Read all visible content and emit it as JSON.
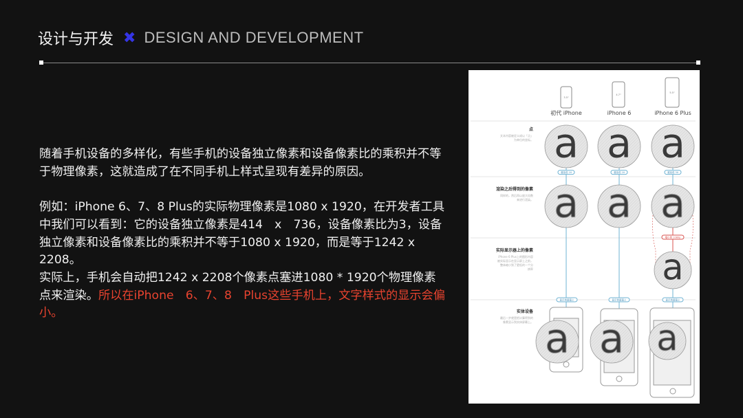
{
  "header": {
    "title_cn": "设计与开发",
    "separator_icon": "x-icon",
    "title_en": "DESIGN AND DEVELOPMENT",
    "accent": "#3535e6"
  },
  "body": {
    "para1": "随着手机设备的多样化，有些手机的设备独立像素和设备像素比的乘积并不等于物理像素，这就造成了在不同手机上样式呈现有差异的原因。",
    "para2": "例如：iPhone 6、7、8 Plus的实际物理像素是1080 x 1920，在开发者工具中我们可以看到：它的设备独立像素是414　x　736，设备像素比为3，设备独立像素和设备像素比的乘积并不等于1080 x 1920，而是等于1242 x 2208。",
    "para3_normal": "实际上，手机会自动把1242 x 2208个像素点塞进1080 * 1920个物理像素点来渲染。",
    "para3_red": "所以在iPhone　6、7、8　Plus这些手机上，文字样式的显示会偏小。",
    "red_color": "#e8432f"
  },
  "figure": {
    "devices": [
      "初代 iPhone",
      "iPhone 6",
      "iPhone 6 Plus"
    ],
    "sizes": [
      "3.5\"",
      "4.7\"",
      "5.5\""
    ],
    "glyph": "a",
    "rows": [
      {
        "title": "点",
        "desc": [
          "文本内容被定义成以「点」",
          "为单位的坐标。"
        ]
      },
      {
        "title": "渲染之后得到的像素",
        "desc": [
          "同样的，然后再以放大倍数",
          "来进行渲染。"
        ]
      },
      {
        "title": "实际显示器上的像素",
        "desc": [
          "iPhone 6 Plus上的图形内容",
          "被实际显示在显示屏上之前，",
          "整体缩小到了更低的一个分",
          "辨率"
        ]
      },
      {
        "title": "实体设备",
        "desc": [
          "最后一步就是把计算得到的",
          "像素显示到实体屏幕上。"
        ]
      }
    ],
    "badge_render": "渲染成 2X",
    "badge_render_plus": "渲染成 3X",
    "badge_downsample": "缩小到 1080p",
    "badge_display": "显示到屏幕上"
  }
}
